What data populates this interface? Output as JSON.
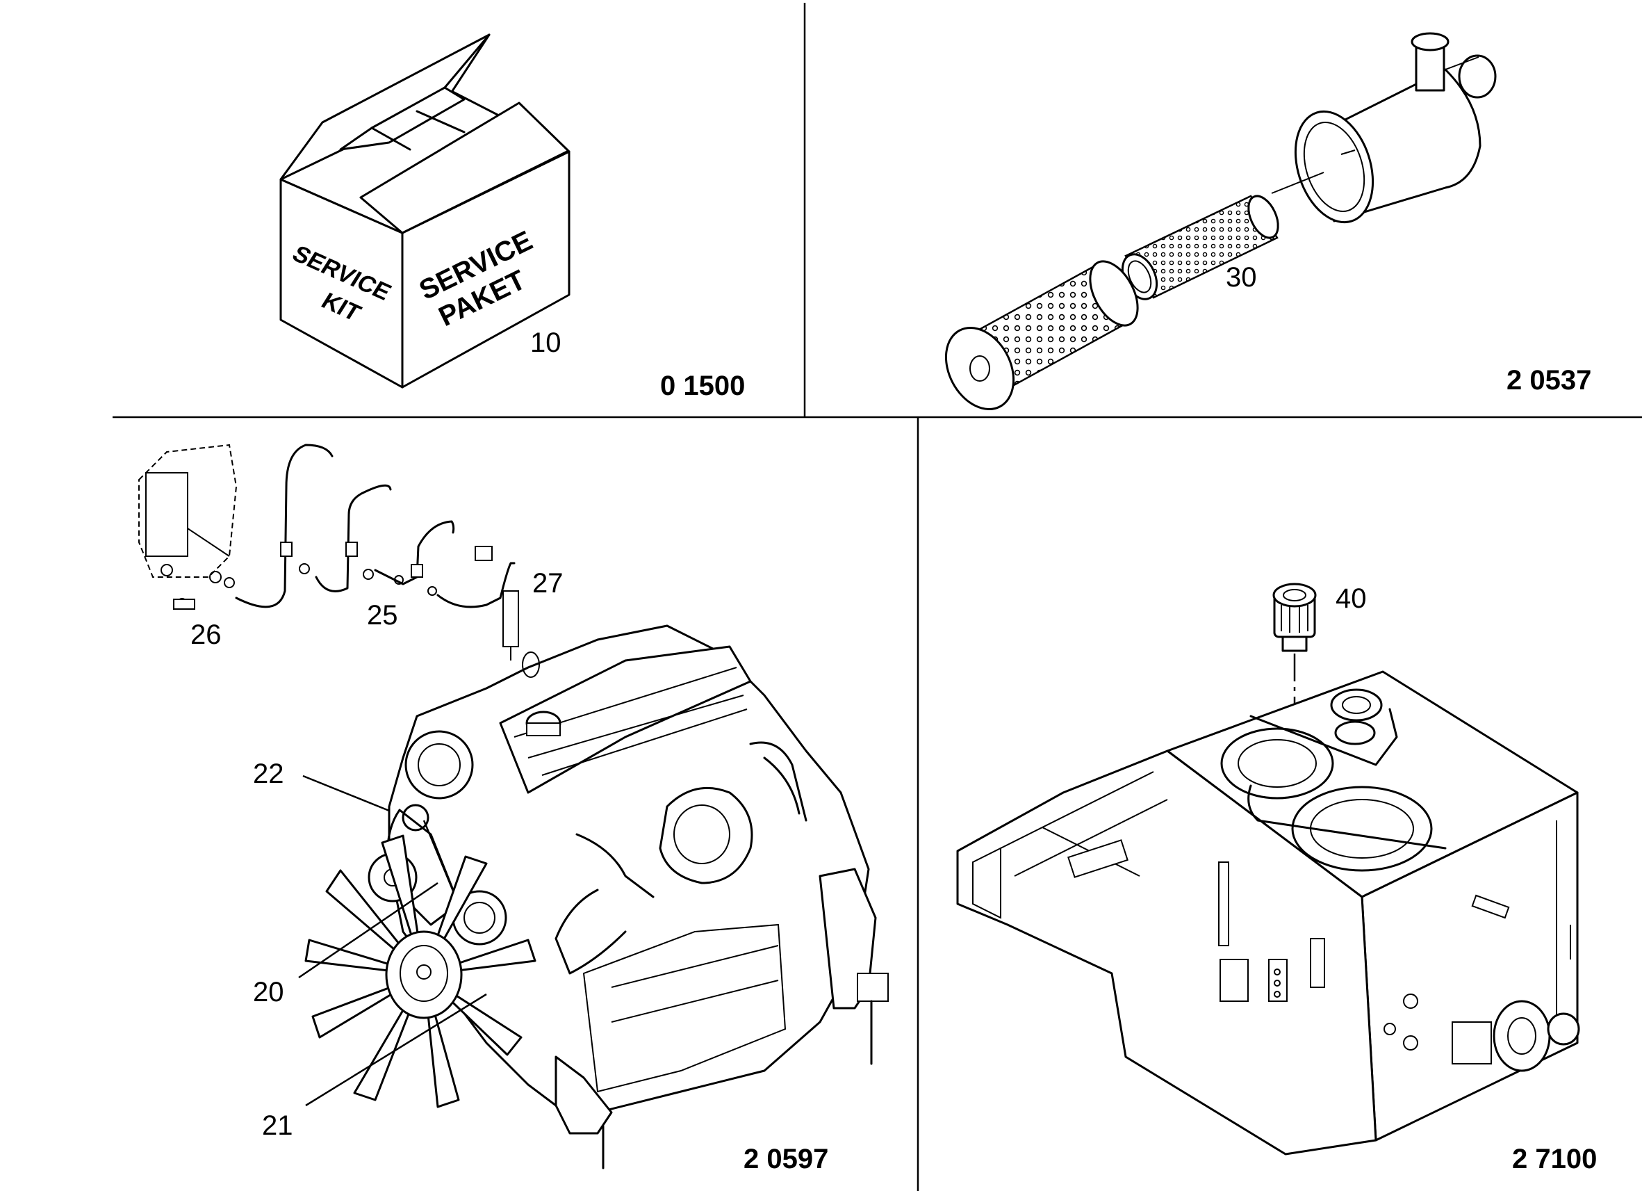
{
  "panels": [
    {
      "id": "service-kit",
      "page_number": "0 1500",
      "callouts": [
        "10"
      ],
      "box_text": {
        "side_line1": "SERVICE",
        "side_line2": "KIT",
        "front_line1": "SERVICE",
        "front_line2": "PAKET"
      }
    },
    {
      "id": "air-filter",
      "page_number": "2 0537",
      "callouts": [
        "30"
      ]
    },
    {
      "id": "engine",
      "page_number": "2 0597",
      "callouts": [
        "22",
        "20",
        "21",
        "26",
        "25",
        "27"
      ]
    },
    {
      "id": "tank",
      "page_number": "2 7100",
      "callouts": [
        "40"
      ]
    }
  ]
}
